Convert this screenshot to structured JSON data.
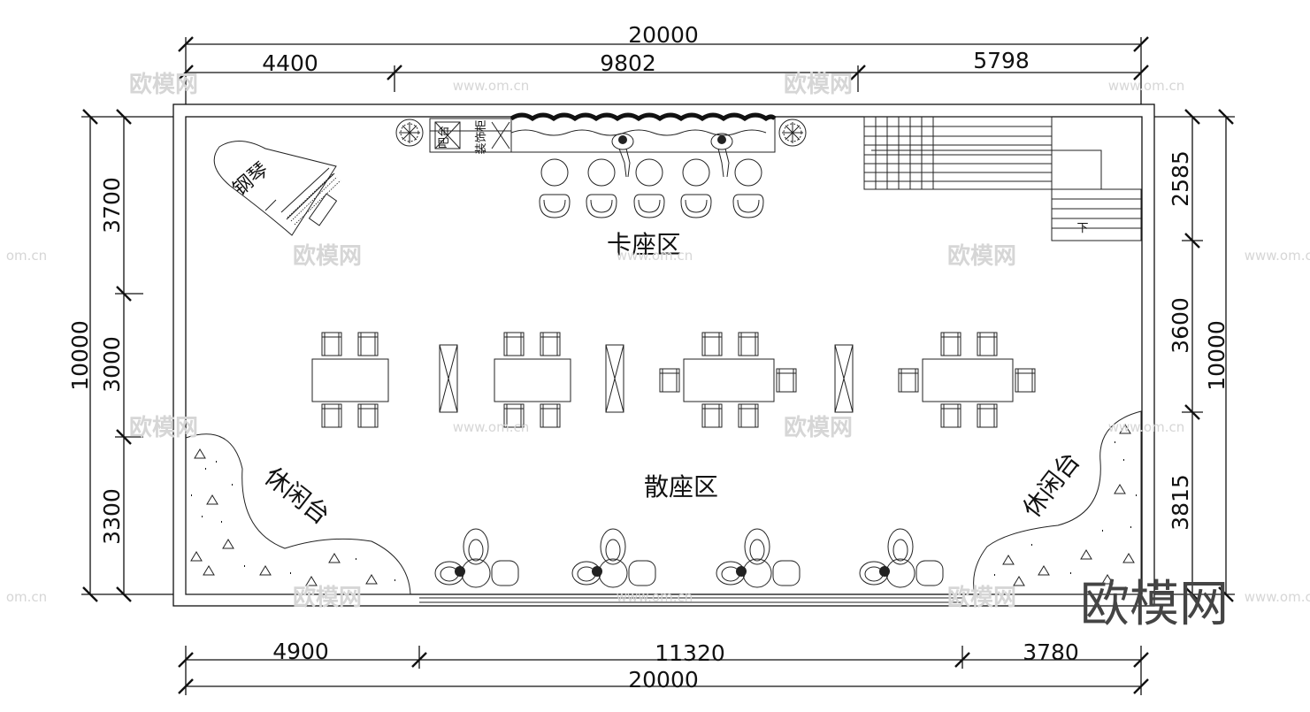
{
  "dimensions": {
    "top_total": "20000",
    "top_segments": [
      "4400",
      "9802",
      "5798"
    ],
    "bottom_segments": [
      "4900",
      "11320",
      "3780"
    ],
    "bottom_total": "20000",
    "left_total": "10000",
    "left_segments": [
      "3700",
      "3000",
      "3300"
    ],
    "right_segments": [
      "2585",
      "3600",
      "3815"
    ],
    "right_total": "10000"
  },
  "zones": {
    "booth": "卡座区",
    "lounge": "散座区",
    "leisure_left": "休闲台",
    "leisure_right": "休闲台"
  },
  "fixtures": {
    "piano": "钢琴",
    "cabinet": "装饰柜",
    "cabinet_small": "吧台",
    "stair_down": "下"
  },
  "watermark": {
    "text": "欧模网",
    "site": "www.om.cn",
    "site_short": "om.cn",
    "logo": "欧模网"
  }
}
